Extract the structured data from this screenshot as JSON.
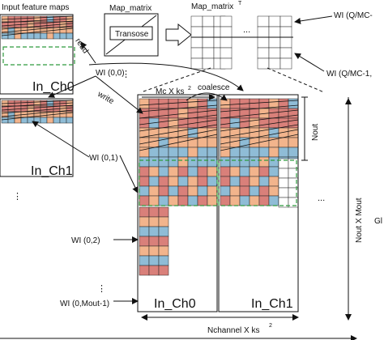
{
  "labels": {
    "input_feature_maps": "Input feature maps",
    "map_matrix": "Map_matrix",
    "map_matrix_t": "Map_matrix",
    "map_matrix_t_sup": "T",
    "transpose": "Transose",
    "read": "read",
    "write": "write",
    "coalesce": "coalesce",
    "mc_x_ks2": "Mc X ks",
    "mc_x_ks2_sup": "2",
    "in_ch0_small": "In_Ch0",
    "in_ch1_small": "In_Ch1",
    "in_ch0_big": "In_Ch0",
    "in_ch1_big": "In_Ch1",
    "nout": "Nout",
    "nout_x_mout": "Nout X Mout",
    "nchannel_x_ks2": "Nchannel X ks",
    "nchannel_x_ks2_sup": "2",
    "gl": "Gl",
    "wi_qmc": "WI (Q/MC-",
    "wi_qmc1": "WI (Q/MC-1,",
    "wi_00": "WI (0,0)",
    "wi_01": "WI (0,1)",
    "wi_02": "WI (0,2)",
    "wi_0mout": "WI (0,Mout-1)",
    "dots": "...",
    "vdots": "⋮"
  },
  "colors": {
    "red": "#d9807a",
    "orange": "#f2b48c",
    "blue": "#8fbcd6",
    "green_dash": "#2e9a3e",
    "line": "#111111"
  }
}
